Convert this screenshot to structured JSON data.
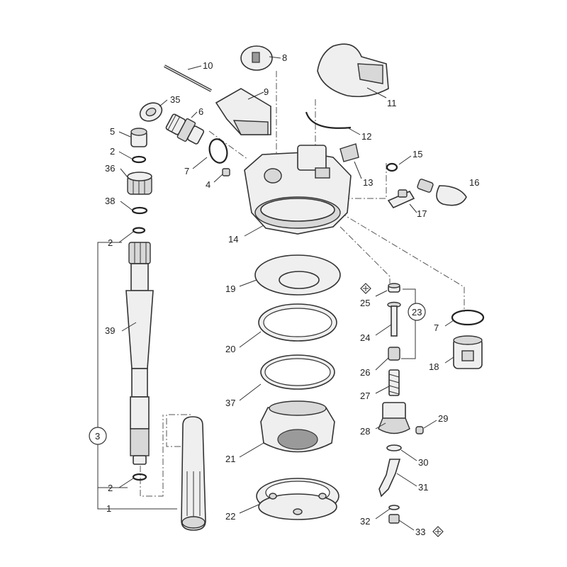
{
  "labels": {
    "p1": "1",
    "p2a": "2",
    "p2b": "2",
    "p2c": "2",
    "p3": "3",
    "p4": "4",
    "p5": "5",
    "p6": "6",
    "p7a": "7",
    "p7b": "7",
    "p8": "8",
    "p9": "9",
    "p10": "10",
    "p11": "11",
    "p12": "12",
    "p13": "13",
    "p14": "14",
    "p15": "15",
    "p16": "16",
    "p17": "17",
    "p18": "18",
    "p19": "19",
    "p20": "20",
    "p21": "21",
    "p22": "22",
    "p23": "23",
    "p24": "24",
    "p25": "25",
    "p26": "26",
    "p27": "27",
    "p28": "28",
    "p29": "29",
    "p30": "30",
    "p31": "31",
    "p32": "32",
    "p33": "33",
    "p35": "35",
    "p36": "36",
    "p37": "37",
    "p38": "38",
    "p39": "39"
  },
  "icons": [
    "diamond-cross-icon"
  ]
}
